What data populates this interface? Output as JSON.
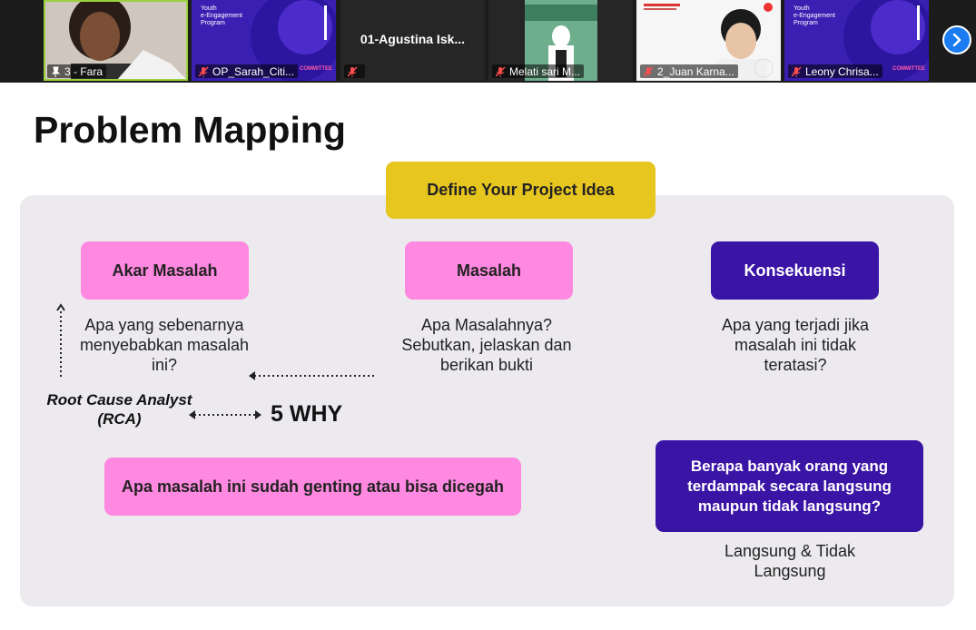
{
  "participants": [
    {
      "name": "3 - Fara",
      "icon": "pin-icon"
    },
    {
      "name": "OP_Sarah_Citi...",
      "icon": "muted-mic-icon",
      "slide_lines": [
        "Youth",
        "e-Engagement",
        "Program"
      ],
      "badge": "COMMITTEE"
    },
    {
      "name": "",
      "icon": "muted-mic-icon",
      "center_label": "01-Agustina Isk..."
    },
    {
      "name": "Melati sari M...",
      "icon": "muted-mic-icon"
    },
    {
      "name": "2_Juan Karna...",
      "icon": "muted-mic-icon"
    },
    {
      "name": "Leony Chrisa...",
      "icon": "muted-mic-icon",
      "slide_lines": [
        "Youth",
        "e-Engagement",
        "Program"
      ],
      "badge": "COMMITTEE"
    }
  ],
  "slide": {
    "title": "Problem Mapping",
    "define_label": "Define Your Project Idea",
    "akar_label": "Akar Masalah",
    "akar_desc": [
      "Apa yang sebenarnya",
      "menyebabkan masalah",
      "ini?"
    ],
    "masalah_label": "Masalah",
    "masalah_desc": [
      "Apa Masalahnya?",
      "Sebutkan, jelaskan dan",
      "berikan bukti"
    ],
    "konsekuensi_label": "Konsekuensi",
    "konsekuensi_desc": [
      "Apa yang terjadi jika",
      "masalah ini tidak",
      "teratasi?"
    ],
    "rca_label": [
      "Root Cause Analyst",
      "(RCA)"
    ],
    "why_label": "5 WHY",
    "genting_label": "Apa masalah ini sudah genting atau bisa dicegah",
    "dampak_label": [
      "Berapa banyak orang yang",
      "terdampak secara langsung",
      "maupun tidak langsung?"
    ],
    "langsung_desc": [
      "Langsung & Tidak",
      "Langsung"
    ]
  },
  "colors": {
    "yellow": "#e7c61f",
    "pink": "#ff88e0",
    "purple": "#3a14a5",
    "panel": "#eceaee"
  }
}
